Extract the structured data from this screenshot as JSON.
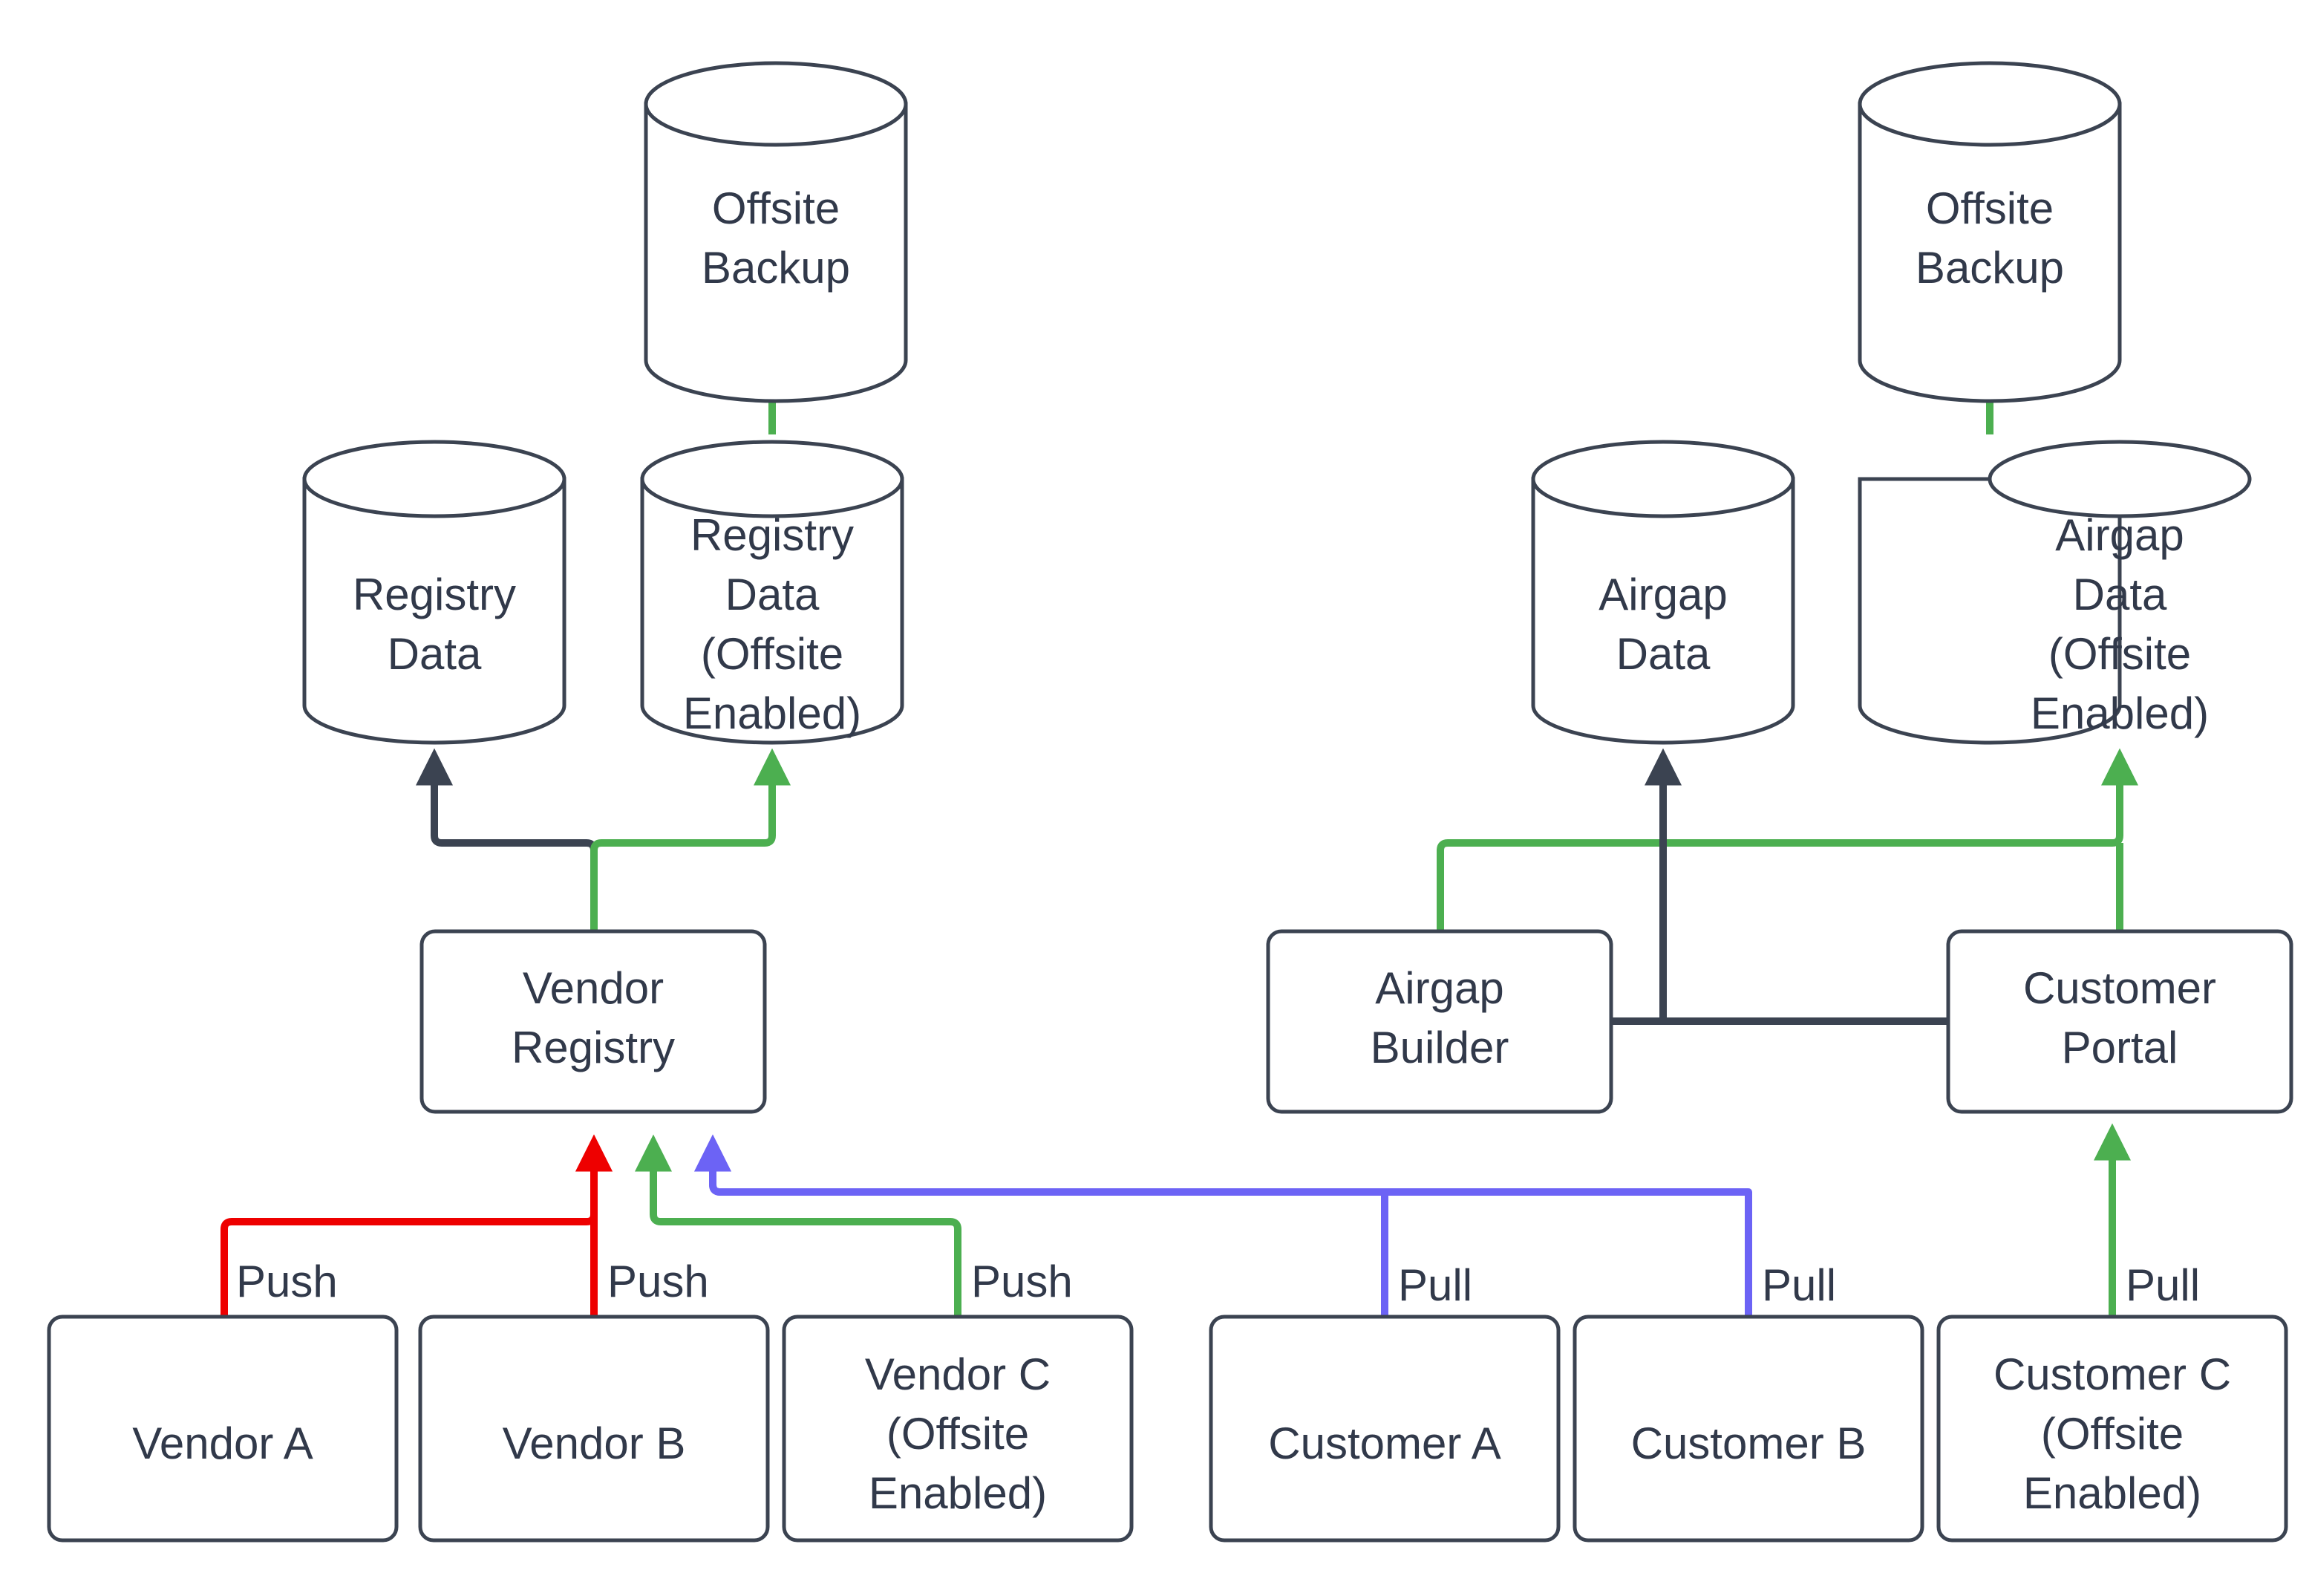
{
  "diagram": {
    "title": "Vendor and Customer Registry Data Flow with Offsite Backup",
    "background_color": "#ffffff",
    "stroke_color": "#3b4351",
    "text_color": "#31394a",
    "edge_colors": {
      "default": "#3b4351",
      "offsite_green": "#4caf50",
      "push_red": "#ee0000",
      "pull_blue": "#6c63f5"
    },
    "nodes": {
      "offsite_backup_left": {
        "label_line1": "Offsite",
        "label_line2": "Backup",
        "shape": "cylinder"
      },
      "offsite_backup_right": {
        "label_line1": "Offsite",
        "label_line2": "Backup",
        "shape": "cylinder"
      },
      "registry_data": {
        "label_line1": "Registry",
        "label_line2": "Data",
        "shape": "cylinder"
      },
      "registry_data_offsite": {
        "label_line1": "Registry",
        "label_line2": "Data",
        "label_line3": "(Offsite",
        "label_line4": "Enabled)",
        "shape": "cylinder"
      },
      "airgap_data": {
        "label_line1": "Airgap",
        "label_line2": "Data",
        "shape": "cylinder"
      },
      "airgap_data_offsite": {
        "label_line1": "Airgap",
        "label_line2": "Data",
        "label_line3": "(Offsite",
        "label_line4": "Enabled)",
        "shape": "cylinder"
      },
      "vendor_registry": {
        "label_line1": "Vendor",
        "label_line2": "Registry",
        "shape": "rounded-rect"
      },
      "airgap_builder": {
        "label_line1": "Airgap",
        "label_line2": "Builder",
        "shape": "rounded-rect"
      },
      "customer_portal": {
        "label_line1": "Customer",
        "label_line2": "Portal",
        "shape": "rounded-rect"
      },
      "vendor_a": {
        "label_line1": "Vendor A",
        "shape": "rounded-rect"
      },
      "vendor_b": {
        "label_line1": "Vendor B",
        "shape": "rounded-rect"
      },
      "vendor_c": {
        "label_line1": "Vendor C",
        "label_line2": "(Offsite",
        "label_line3": "Enabled)",
        "shape": "rounded-rect"
      },
      "customer_a": {
        "label_line1": "Customer A",
        "shape": "rounded-rect"
      },
      "customer_b": {
        "label_line1": "Customer B",
        "shape": "rounded-rect"
      },
      "customer_c": {
        "label_line1": "Customer C",
        "label_line2": "(Offsite",
        "label_line3": "Enabled)",
        "shape": "rounded-rect"
      }
    },
    "edge_labels": {
      "vendor_a_push": "Push",
      "vendor_b_push": "Push",
      "vendor_c_push": "Push",
      "customer_a_pull": "Pull",
      "customer_b_pull": "Pull",
      "customer_c_pull": "Pull"
    }
  }
}
